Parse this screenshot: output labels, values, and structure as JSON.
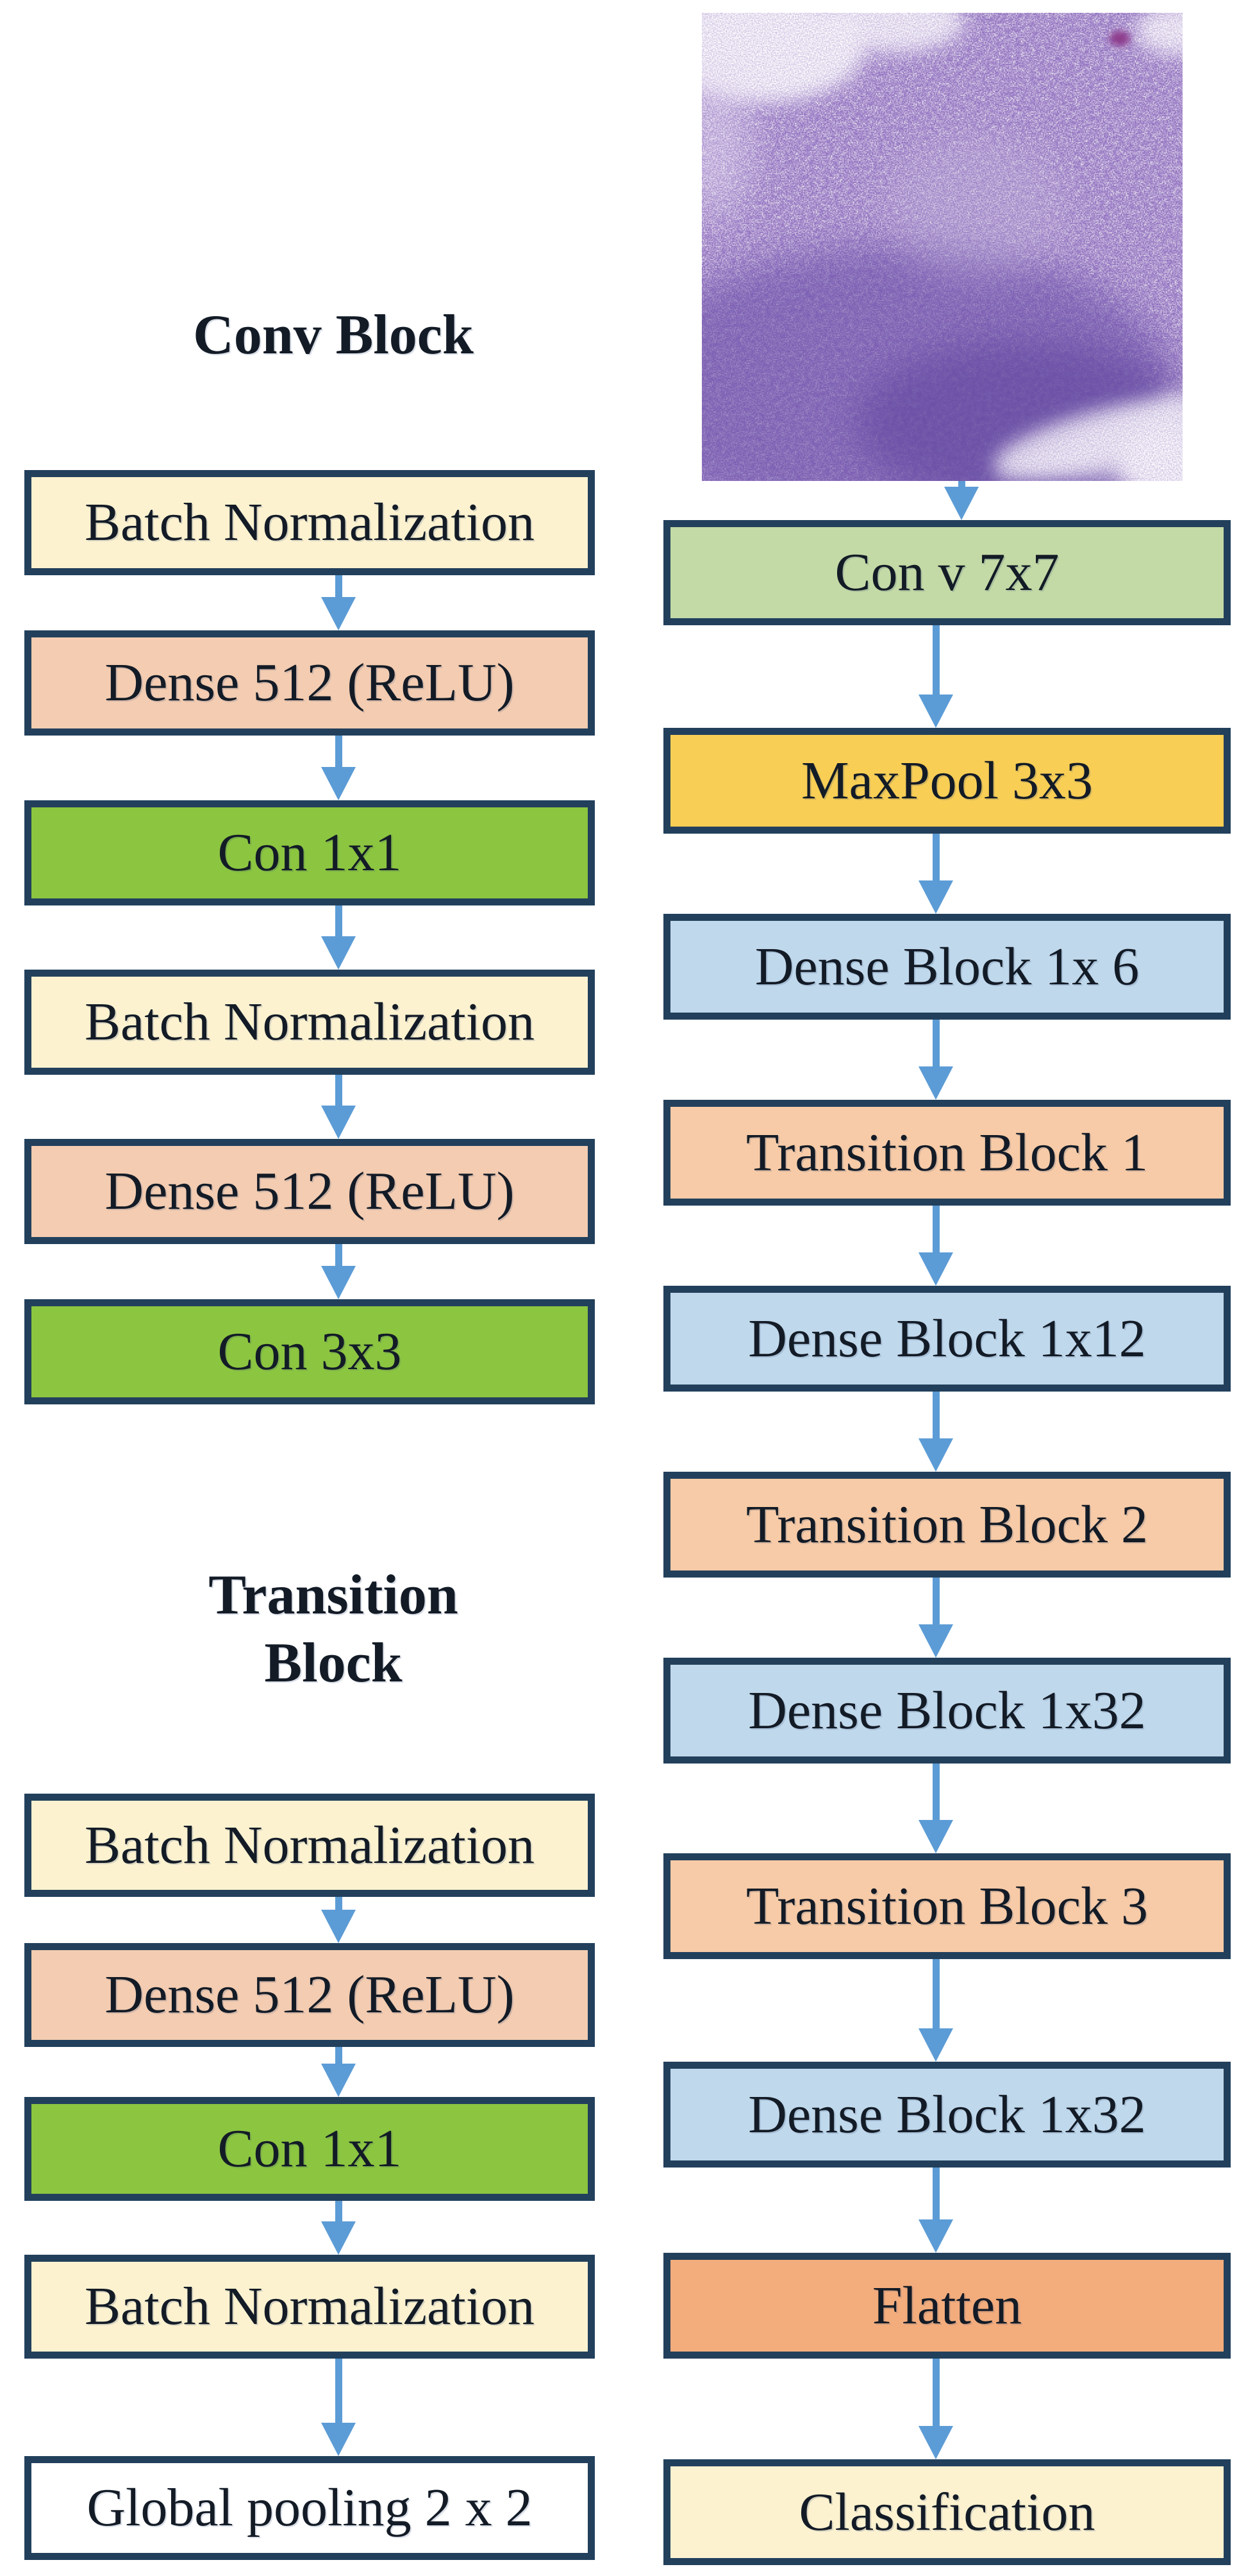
{
  "figure": {
    "left_column": {
      "conv_block": {
        "title": "Conv Block",
        "boxes": [
          {
            "label": "Batch Normalization"
          },
          {
            "label": "Dense 512 (ReLU)"
          },
          {
            "label": "Con 1x1"
          },
          {
            "label": "Batch Normalization"
          },
          {
            "label": "Dense 512 (ReLU)"
          },
          {
            "label": "Con 3x3"
          }
        ]
      },
      "transition_block": {
        "title_line1": "Transition",
        "title_line2": "Block",
        "boxes": [
          {
            "label": "Batch Normalization"
          },
          {
            "label": "Dense 512 (ReLU)"
          },
          {
            "label": "Con 1x1"
          },
          {
            "label": "Batch Normalization"
          },
          {
            "label": "Global pooling 2 x 2"
          }
        ]
      }
    },
    "main_path": {
      "input_image_description": "histology micrograph of purple-stained tissue",
      "boxes": [
        {
          "label": "Con v 7x7"
        },
        {
          "label": "MaxPool 3x3"
        },
        {
          "label": "Dense Block 1x 6"
        },
        {
          "label": "Transition Block 1"
        },
        {
          "label": "Dense Block 1x12"
        },
        {
          "label": "Transition Block 2"
        },
        {
          "label": "Dense Block 1x32"
        },
        {
          "label": "Transition Block 3"
        },
        {
          "label": "Dense Block 1x32"
        },
        {
          "label": "Flatten"
        },
        {
          "label": "Classification"
        }
      ]
    },
    "palette": {
      "cream": "#fcf2d0",
      "peach_dense": "#f3ccb1",
      "bright_green_conv": "#8cc540",
      "light_green_conv7": "#c4daa6",
      "gold_maxpool": "#f8ce55",
      "light_blue_dense_block": "#c0d8eb",
      "peach_transition": "#f7cba7",
      "orange_flatten": "#f3ac7c",
      "white_global_pooling": "#ffffff",
      "box_border": "#22405c",
      "arrow_blue": "#5c9cd6",
      "text": "#131b26"
    }
  }
}
